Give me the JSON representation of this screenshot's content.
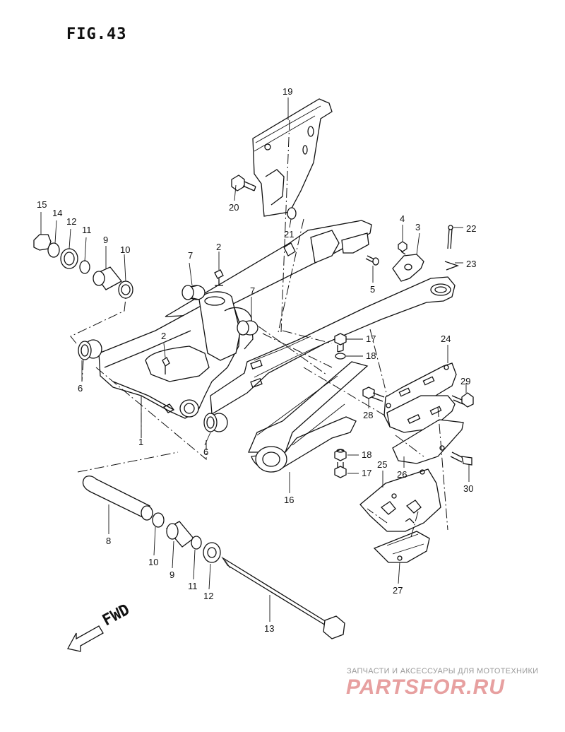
{
  "figure": {
    "title": "FIG.43"
  },
  "direction": {
    "label": "FWD"
  },
  "callouts": [
    {
      "id": "c15",
      "text": "15"
    },
    {
      "id": "c14",
      "text": "14"
    },
    {
      "id": "c12a",
      "text": "12"
    },
    {
      "id": "c11a",
      "text": "11"
    },
    {
      "id": "c9a",
      "text": "9"
    },
    {
      "id": "c10a",
      "text": "10"
    },
    {
      "id": "c7a",
      "text": "7"
    },
    {
      "id": "c2a",
      "text": "2"
    },
    {
      "id": "c7b",
      "text": "7"
    },
    {
      "id": "c2b",
      "text": "2"
    },
    {
      "id": "c6a",
      "text": "6"
    },
    {
      "id": "c1",
      "text": "1"
    },
    {
      "id": "c6b",
      "text": "6"
    },
    {
      "id": "c19",
      "text": "19"
    },
    {
      "id": "c20",
      "text": "20"
    },
    {
      "id": "c21",
      "text": "21"
    },
    {
      "id": "c4",
      "text": "4"
    },
    {
      "id": "c3",
      "text": "3"
    },
    {
      "id": "c22",
      "text": "22"
    },
    {
      "id": "c23",
      "text": "23"
    },
    {
      "id": "c5",
      "text": "5"
    },
    {
      "id": "c17a",
      "text": "17"
    },
    {
      "id": "c18a",
      "text": "18"
    },
    {
      "id": "c24",
      "text": "24"
    },
    {
      "id": "c29",
      "text": "29"
    },
    {
      "id": "c28",
      "text": "28"
    },
    {
      "id": "c26",
      "text": "26"
    },
    {
      "id": "c30",
      "text": "30"
    },
    {
      "id": "c18b",
      "text": "18"
    },
    {
      "id": "c17b",
      "text": "17"
    },
    {
      "id": "c25",
      "text": "25"
    },
    {
      "id": "c16",
      "text": "16"
    },
    {
      "id": "c8",
      "text": "8"
    },
    {
      "id": "c10b",
      "text": "10"
    },
    {
      "id": "c9b",
      "text": "9"
    },
    {
      "id": "c11b",
      "text": "11"
    },
    {
      "id": "c12b",
      "text": "12"
    },
    {
      "id": "c13",
      "text": "13"
    },
    {
      "id": "c27",
      "text": "27"
    }
  ],
  "watermark": {
    "tagline": "ЗАПЧАСТИ И АКСЕССУАРЫ ДЛЯ МОТОТЕХНИКИ",
    "brand": "PARTSFOR.RU"
  }
}
